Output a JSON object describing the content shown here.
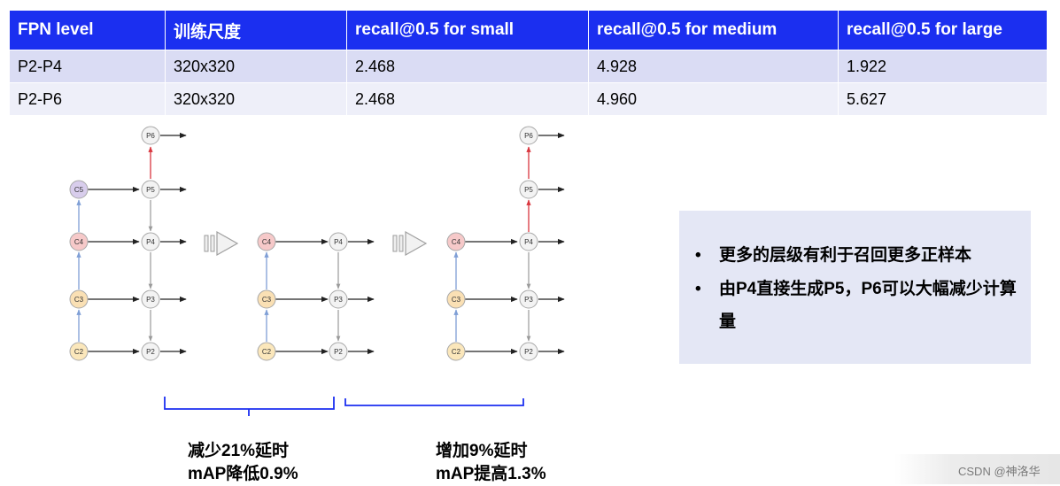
{
  "table": {
    "headers": [
      "FPN level",
      "训练尺度",
      "recall@0.5 for small",
      "recall@0.5 for medium",
      "recall@0.5 for large"
    ],
    "rows": [
      [
        "P2-P4",
        "320x320",
        "2.468",
        "4.928",
        "1.922"
      ],
      [
        "P2-P6",
        "320x320",
        "2.468",
        "4.960",
        "5.627"
      ]
    ]
  },
  "diagrams": [
    {
      "backbone": [
        "C2",
        "C3",
        "C4",
        "C5"
      ],
      "fpn": [
        "P2",
        "P3",
        "P4",
        "P5",
        "P6"
      ]
    },
    {
      "backbone": [
        "C2",
        "C3",
        "C4"
      ],
      "fpn": [
        "P2",
        "P3",
        "P4"
      ]
    },
    {
      "backbone": [
        "C2",
        "C3",
        "C4"
      ],
      "fpn": [
        "P2",
        "P3",
        "P4",
        "P5",
        "P6"
      ]
    }
  ],
  "note": {
    "bullet": "•",
    "items": [
      "更多的层级有利于召回更多正样本",
      "由P4直接生成P5，P6可以大幅减少计算量"
    ]
  },
  "captions": [
    {
      "line1": "减少21%延时",
      "line2": "mAP降低0.9%"
    },
    {
      "line1": "增加9%延时",
      "line2": "mAP提高1.3%"
    }
  ],
  "watermark": "CSDN @神洛华",
  "colors": {
    "header_bg": "#1b2ff0",
    "c5": "#d8cdec",
    "c4": "#f6c9c9",
    "c3": "#fae0b4",
    "c2": "#fbe7bb",
    "p_node": "#f3f3f3",
    "red_edge": "#d9363e",
    "blue_edge": "#7f9fd6",
    "brace": "#1b2ff0"
  }
}
